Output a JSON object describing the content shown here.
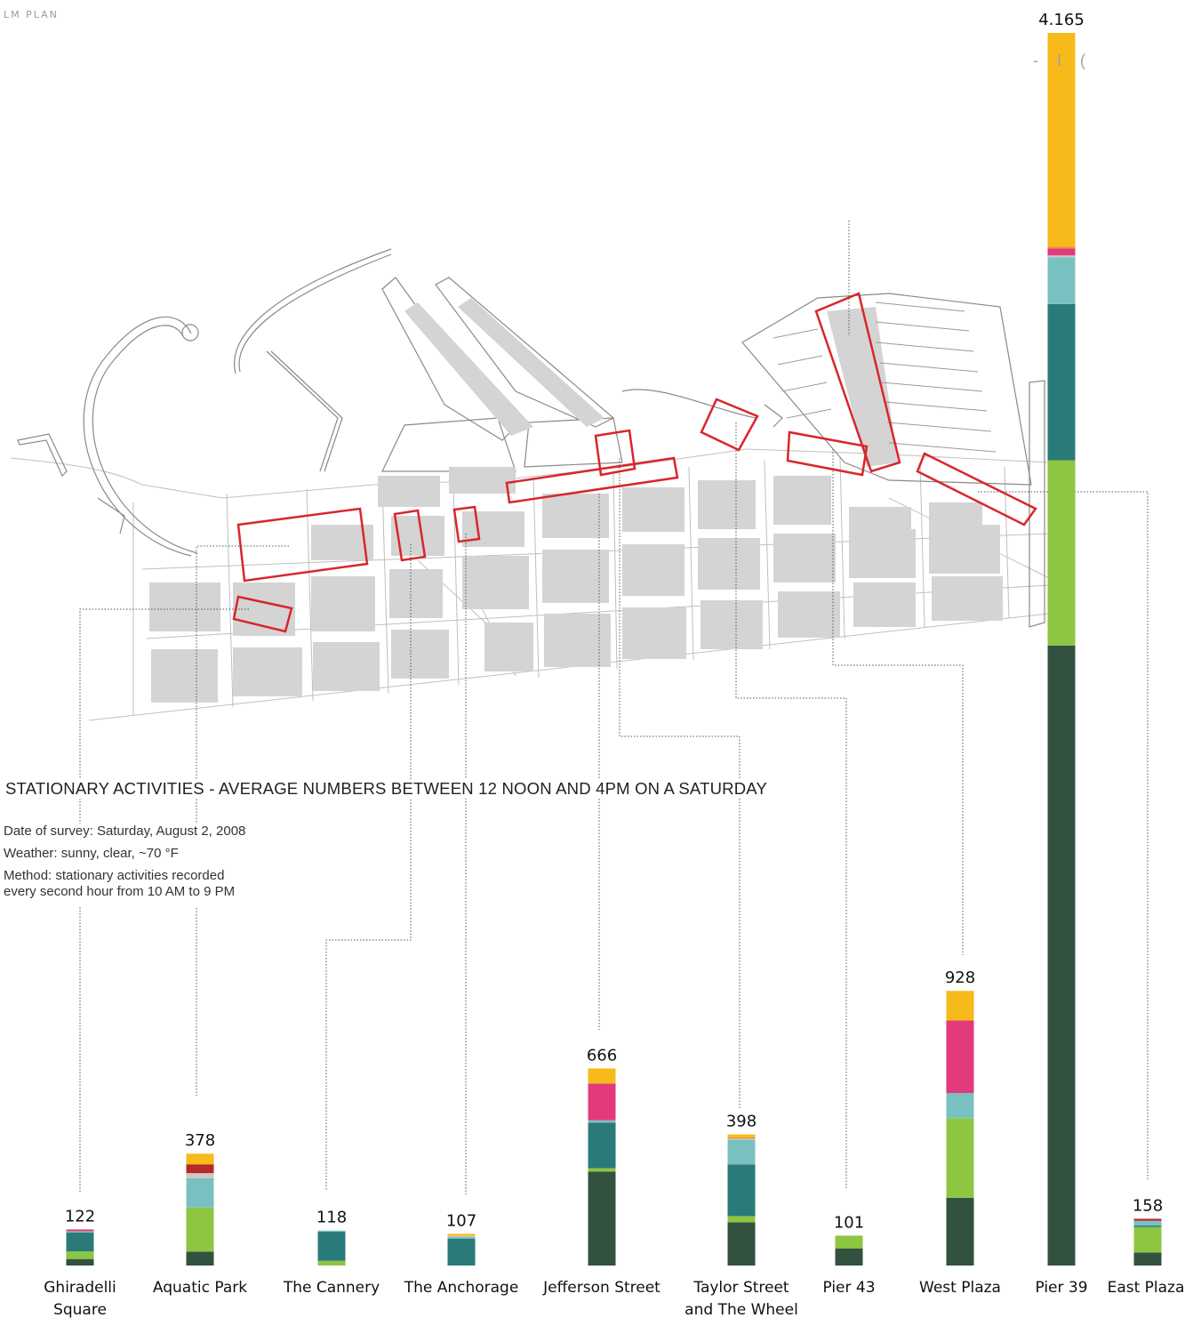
{
  "page": {
    "corner_label": "LM PLAN",
    "header_fragment": "- I (",
    "title": "STATIONARY ACTIVITIES - AVERAGE NUMBERS BETWEEN 12 NOON AND 4PM ON A SATURDAY",
    "info": {
      "date": "Date of survey: Saturday, August 2, 2008",
      "weather": "Weather: sunny, clear, ~70 °F",
      "method_line1": "Method: stationary activities recorded",
      "method_line2": "every second hour  from 10 AM to 9 PM"
    }
  },
  "colors": {
    "dark_green": "#33513f",
    "light_green": "#8dc641",
    "teal": "#2a7a7a",
    "light_teal": "#79c1c0",
    "grey": "#c9c9c9",
    "magenta": "#e23a7a",
    "red": "#b52a2a",
    "yellow": "#f6bb1b",
    "orange": "#f08c2a",
    "site_outline": "#d9262c"
  },
  "chart_data": {
    "type": "bar",
    "stacked": true,
    "categories": [
      "Ghiradelli Square",
      "Aquatic Park",
      "The Cannery",
      "The Anchorage",
      "Jefferson Street",
      "Taylor Street and The Wheel",
      "Pier 43",
      "West Plaza",
      "Pier 39",
      "East Plaza"
    ],
    "category_lines": [
      [
        "Ghiradelli",
        "Square"
      ],
      [
        "Aquatic Park"
      ],
      [
        "The Cannery"
      ],
      [
        "The Anchorage"
      ],
      [
        "Jefferson Street"
      ],
      [
        "Taylor Street",
        "and The Wheel"
      ],
      [
        "Pier 43"
      ],
      [
        "West Plaza"
      ],
      [
        "Pier 39"
      ],
      [
        "East Plaza"
      ]
    ],
    "totals": [
      122,
      378,
      118,
      107,
      666,
      398,
      101,
      928,
      4165
    ],
    "total_labels": [
      "122",
      "378",
      "118",
      "107",
      "666",
      "398",
      "101",
      "928",
      "4.165",
      "158"
    ],
    "segments": [
      [
        {
          "c": "dark_green",
          "v": 22
        },
        {
          "c": "light_green",
          "v": 26
        },
        {
          "c": "teal",
          "v": 64
        },
        {
          "c": "light_teal",
          "v": 4
        },
        {
          "c": "magenta",
          "v": 6
        }
      ],
      [
        {
          "c": "dark_green",
          "v": 47
        },
        {
          "c": "light_green",
          "v": 149
        },
        {
          "c": "light_teal",
          "v": 99
        },
        {
          "c": "grey",
          "v": 17
        },
        {
          "c": "red",
          "v": 30
        },
        {
          "c": "yellow",
          "v": 36
        }
      ],
      [
        {
          "c": "light_green",
          "v": 16
        },
        {
          "c": "teal",
          "v": 98
        },
        {
          "c": "light_teal",
          "v": 4
        }
      ],
      [
        {
          "c": "teal",
          "v": 91
        },
        {
          "c": "light_teal",
          "v": 6
        },
        {
          "c": "grey",
          "v": 3
        },
        {
          "c": "yellow",
          "v": 7
        }
      ],
      [
        {
          "c": "dark_green",
          "v": 317
        },
        {
          "c": "light_green",
          "v": 12
        },
        {
          "c": "teal",
          "v": 154
        },
        {
          "c": "light_teal",
          "v": 8
        },
        {
          "c": "magenta",
          "v": 124
        },
        {
          "c": "yellow",
          "v": 51
        }
      ],
      [
        {
          "c": "dark_green",
          "v": 146
        },
        {
          "c": "light_green",
          "v": 21
        },
        {
          "c": "teal",
          "v": 174
        },
        {
          "c": "light_teal",
          "v": 84
        },
        {
          "c": "grey",
          "v": 4
        },
        {
          "c": "orange",
          "v": 4
        },
        {
          "c": "yellow",
          "v": 10
        }
      ],
      [
        {
          "c": "dark_green",
          "v": 58
        },
        {
          "c": "light_green",
          "v": 43
        }
      ],
      [
        {
          "c": "dark_green",
          "v": 229
        },
        {
          "c": "light_green",
          "v": 269
        },
        {
          "c": "light_teal",
          "v": 85
        },
        {
          "c": "magenta",
          "v": 245
        },
        {
          "c": "yellow",
          "v": 100
        }
      ],
      [
        {
          "c": "dark_green",
          "v": 2095
        },
        {
          "c": "light_green",
          "v": 626
        },
        {
          "c": "teal",
          "v": 528
        },
        {
          "c": "light_teal",
          "v": 158
        },
        {
          "c": "grey",
          "v": 6
        },
        {
          "c": "magenta",
          "v": 24
        },
        {
          "c": "orange",
          "v": 6
        },
        {
          "c": "yellow",
          "v": 722
        }
      ],
      [
        {
          "c": "dark_green",
          "v": 44
        },
        {
          "c": "light_green",
          "v": 86
        },
        {
          "c": "teal",
          "v": 5
        },
        {
          "c": "light_teal",
          "v": 16
        },
        {
          "c": "red",
          "v": 7
        }
      ]
    ],
    "ylim": [
      0,
      4165
    ]
  }
}
